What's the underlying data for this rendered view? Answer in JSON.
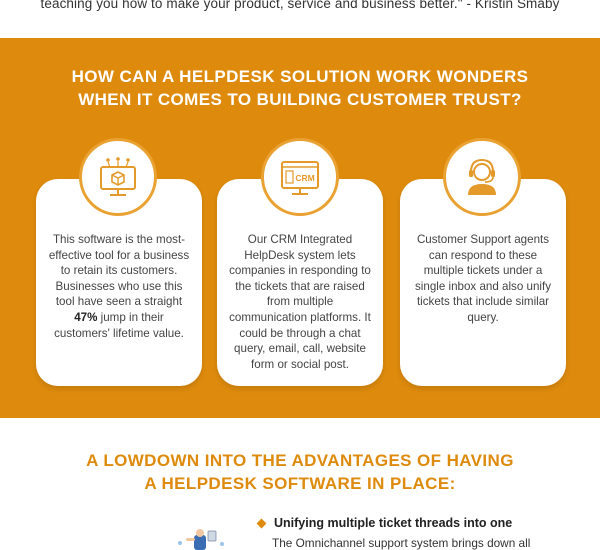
{
  "quote": {
    "text": "teaching you how to make your product, service and business better.\" - Kristin Smaby"
  },
  "band": {
    "heading_line1": "HOW CAN A HELPDESK SOLUTION WORK WONDERS",
    "heading_line2": "WHEN IT COMES TO BUILDING CUSTOMER TRUST?",
    "accent_color": "#de8b0d"
  },
  "cards": [
    {
      "icon": "monitor-network-icon",
      "text_before": "This software is the most-effective tool for a business to retain its customers. Businesses who use this tool have seen a straight ",
      "highlight": "47%",
      "text_after": " jump in their customers' lifetime value."
    },
    {
      "icon": "crm-monitor-icon",
      "icon_label": "CRM",
      "text": "Our CRM Integrated HelpDesk system lets companies in responding to the tickets that are raised from multiple communication platforms. It could be through a chat query, email, call, website form or social post."
    },
    {
      "icon": "support-agent-headset-icon",
      "text": "Customer Support agents can respond to these multiple tickets under a single inbox and also unify tickets that include similar query."
    }
  ],
  "advantages": {
    "heading_line1": "A LOWDOWN INTO THE ADVANTAGES OF HAVING",
    "heading_line2": "A HELPDESK SOFTWARE IN PLACE:",
    "items": [
      {
        "title": "Unifying multiple ticket threads into one",
        "body": "The Omnichannel support system brings down all"
      }
    ]
  }
}
